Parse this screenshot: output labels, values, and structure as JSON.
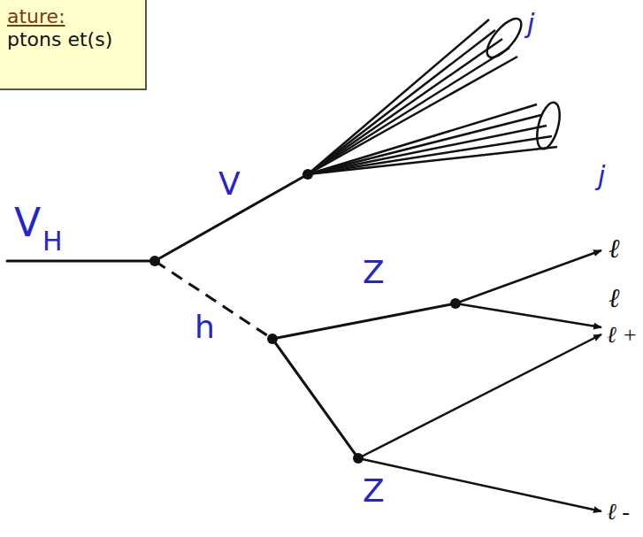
{
  "diagram": {
    "nodes": [
      {
        "text": [
          "ature:",
          "ptons et(s)"
        ]
      }
    ],
    "labels": [
      "j",
      "j",
      "V",
      "V",
      "H",
      "Z",
      "h",
      "ℓ",
      "ℓ",
      "ℓ +",
      "Z",
      "ℓ -"
    ]
  }
}
